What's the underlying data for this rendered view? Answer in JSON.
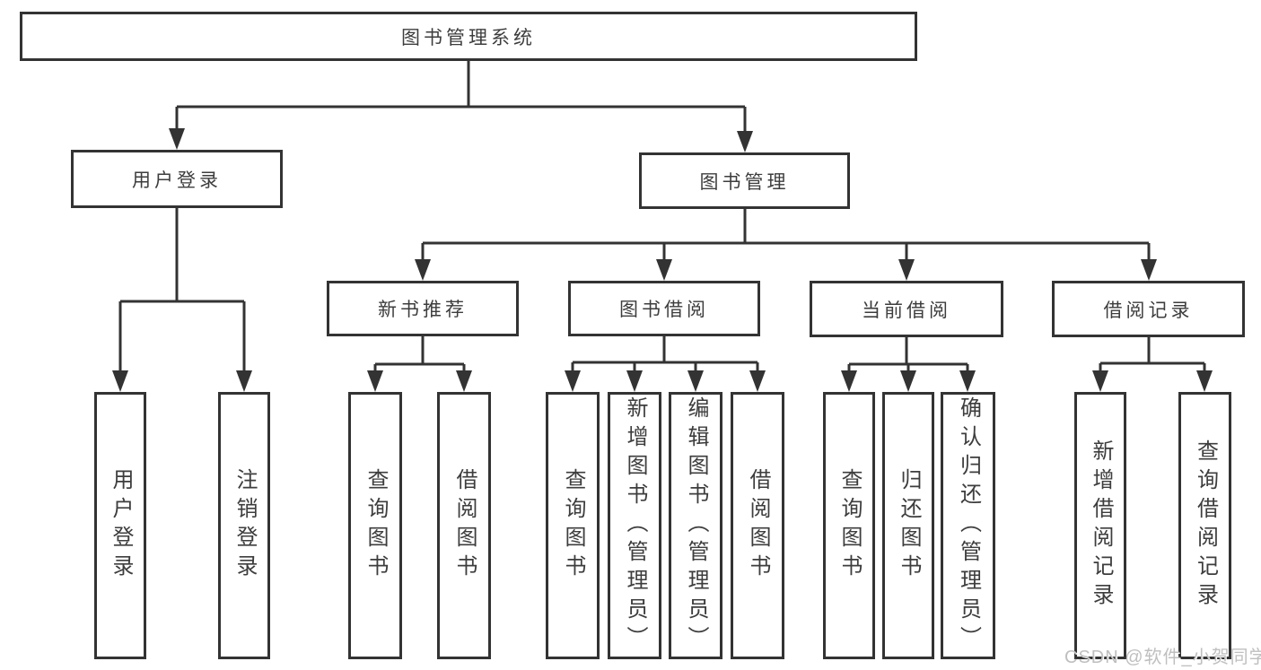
{
  "watermark": "CSDN @软件_小贺同学",
  "colors": {
    "line": "#333333",
    "box_border": "#333333",
    "text": "#3d3d3d",
    "watermark": "#bfbfbf",
    "background": "#ffffff"
  },
  "tree": {
    "root": {
      "label": "图书管理系统",
      "children": [
        {
          "label": "用户登录",
          "children": [
            {
              "label": "用户登录"
            },
            {
              "label": "注销登录"
            }
          ]
        },
        {
          "label": "图书管理",
          "children": [
            {
              "label": "新书推荐",
              "children": [
                {
                  "label": "查询图书"
                },
                {
                  "label": "借阅图书"
                }
              ]
            },
            {
              "label": "图书借阅",
              "children": [
                {
                  "label": "查询图书"
                },
                {
                  "label": "新增图书（管理员）"
                },
                {
                  "label": "编辑图书（管理员）"
                },
                {
                  "label": "借阅图书"
                }
              ]
            },
            {
              "label": "当前借阅",
              "children": [
                {
                  "label": "查询图书"
                },
                {
                  "label": "归还图书"
                },
                {
                  "label": "确认归还（管理员）"
                }
              ]
            },
            {
              "label": "借阅记录",
              "children": [
                {
                  "label": "新增借阅记录"
                },
                {
                  "label": "查询借阅记录"
                }
              ]
            }
          ]
        }
      ]
    }
  }
}
